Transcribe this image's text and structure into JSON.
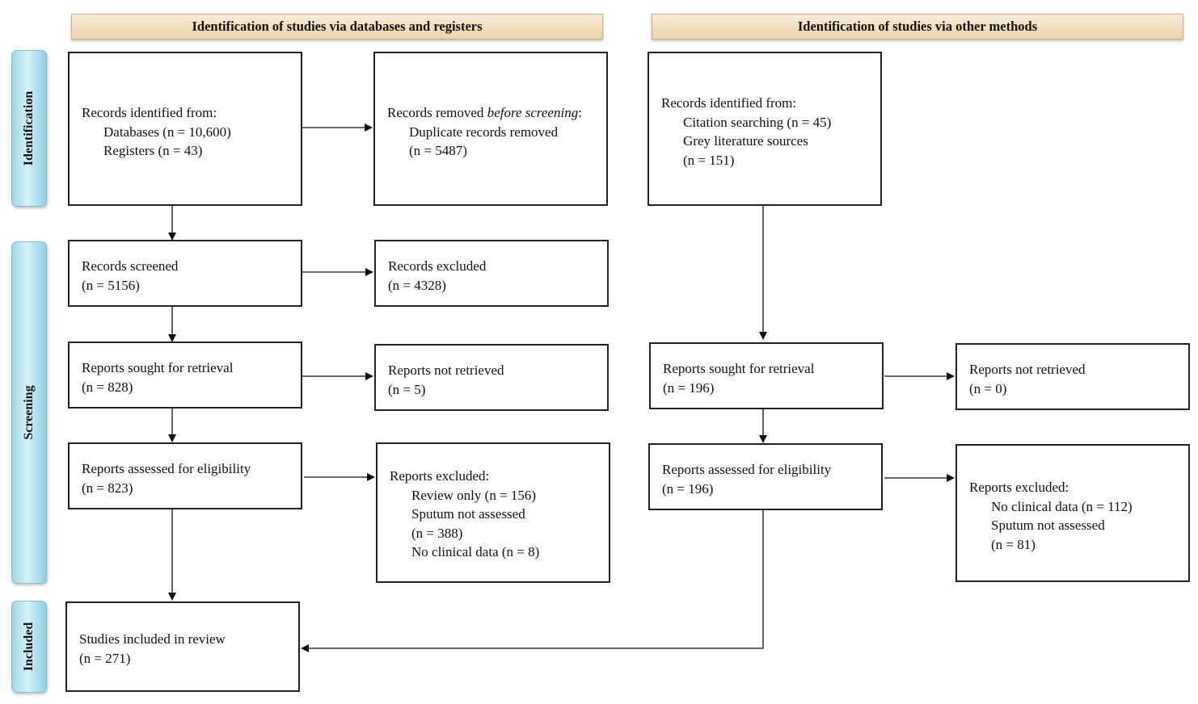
{
  "headers": {
    "left": "Identification of studies via databases and registers",
    "right": "Identification of studies via other methods"
  },
  "phases": {
    "identification": "Identification",
    "screening": "Screening",
    "included": "Included"
  },
  "db": {
    "identified": {
      "title": "Records identified from:",
      "databases": "Databases (n = 10,600)",
      "registers": "Registers (n = 43)"
    },
    "removed": {
      "title_a": "Records removed ",
      "title_em": "before screening",
      "title_b": ":",
      "dup": "Duplicate records removed",
      "dup_n": "(n = 5487)"
    },
    "screened": {
      "title": "Records screened",
      "n": "(n = 5156)"
    },
    "excluded": {
      "title": "Records excluded",
      "n": "(n = 4328)"
    },
    "sought": {
      "title": "Reports sought for retrieval",
      "n": "(n = 828)"
    },
    "not_retrieved": {
      "title": "Reports not retrieved",
      "n": "(n = 5)"
    },
    "assessed": {
      "title": "Reports assessed for eligibility",
      "n": "(n = 823)"
    },
    "reports_excluded": {
      "title": "Reports excluded:",
      "l1": "Review only (n = 156)",
      "l2": "Sputum not assessed",
      "l3": "(n = 388)",
      "l4": "No clinical data (n = 8)"
    },
    "included": {
      "title": "Studies included in review",
      "n": "(n = 271)"
    }
  },
  "other": {
    "identified": {
      "title": "Records identified from:",
      "l1": "Citation searching (n = 45)",
      "l2": "Grey literature sources",
      "l3": "(n = 151)"
    },
    "sought": {
      "title": "Reports sought for retrieval",
      "n": "(n = 196)"
    },
    "not_retrieved": {
      "title": "Reports not retrieved",
      "n": "(n = 0)"
    },
    "assessed": {
      "title": "Reports assessed for eligibility",
      "n": "(n = 196)"
    },
    "reports_excluded": {
      "title": "Reports excluded:",
      "l1": "No clinical data (n = 112)",
      "l2": "Sputum not assessed",
      "l3": "(n = 81)"
    }
  }
}
